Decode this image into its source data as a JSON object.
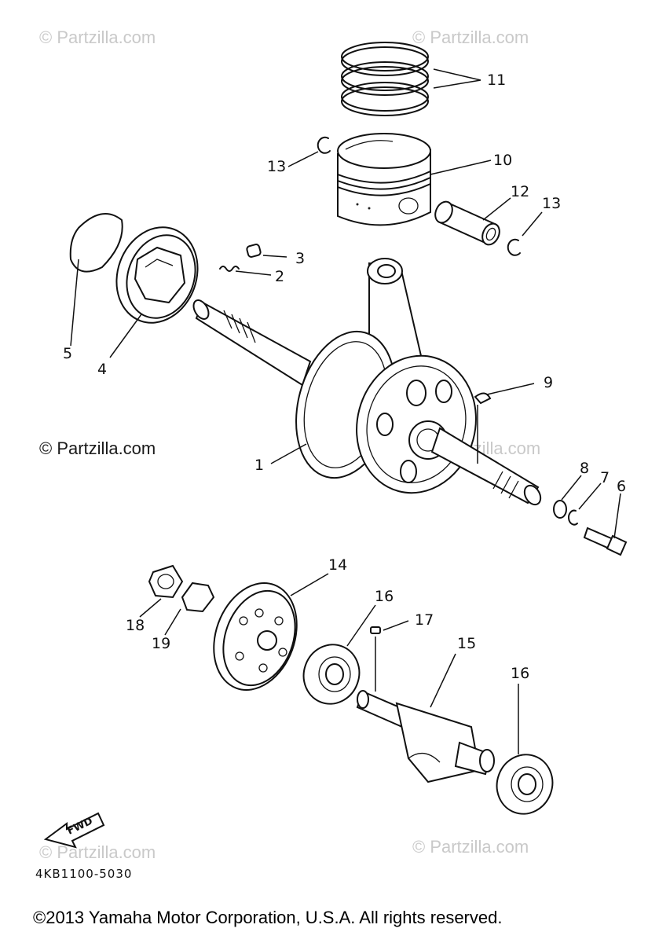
{
  "diagram": {
    "watermarks": {
      "top_left": "© Partzilla.com",
      "top_right": "© Partzilla.com",
      "middle_left": "© Partzilla.com",
      "middle_center": "© Partzilla.com",
      "bottom_left": "© Partzilla.com",
      "bottom_right": "© Partzilla.com"
    },
    "callouts": [
      {
        "id": "1",
        "label": "1"
      },
      {
        "id": "2",
        "label": "2"
      },
      {
        "id": "3",
        "label": "3"
      },
      {
        "id": "4",
        "label": "4"
      },
      {
        "id": "5",
        "label": "5"
      },
      {
        "id": "6",
        "label": "6"
      },
      {
        "id": "7",
        "label": "7"
      },
      {
        "id": "8",
        "label": "8"
      },
      {
        "id": "9",
        "label": "9"
      },
      {
        "id": "10",
        "label": "10"
      },
      {
        "id": "11",
        "label": "11"
      },
      {
        "id": "12",
        "label": "12"
      },
      {
        "id": "13a",
        "label": "13"
      },
      {
        "id": "13b",
        "label": "13"
      },
      {
        "id": "14",
        "label": "14"
      },
      {
        "id": "15",
        "label": "15"
      },
      {
        "id": "16a",
        "label": "16"
      },
      {
        "id": "16b",
        "label": "16"
      },
      {
        "id": "17",
        "label": "17"
      },
      {
        "id": "18",
        "label": "18"
      },
      {
        "id": "19",
        "label": "19"
      }
    ],
    "fwd_arrow_label": "FWD",
    "reference_code": "4KB1100-5030",
    "copyright": "©2013 Yamaha Motor Corporation, U.S.A. All rights reserved."
  }
}
